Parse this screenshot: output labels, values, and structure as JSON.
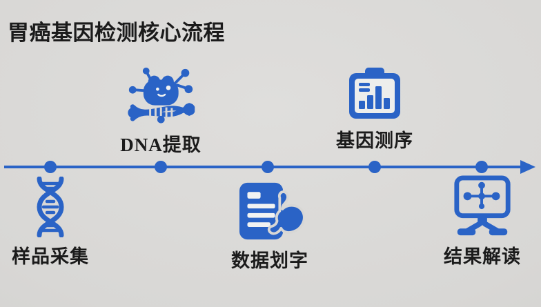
{
  "title": "胃癌基因检测核心流程",
  "colors": {
    "accent": "#2a63c6",
    "background": "#dadad8",
    "text": "#1b1b1b"
  },
  "timeline": {
    "direction": "left-to-right",
    "steps": [
      {
        "label": "样品采集",
        "icon": "dna-helix-icon",
        "position": "below-line"
      },
      {
        "label": "DNA提取",
        "icon": "virus-molecule-dna-icon",
        "position": "above-line"
      },
      {
        "label": "数据划字",
        "icon": "document-stomach-icon",
        "position": "below-line"
      },
      {
        "label": "基因测序",
        "icon": "clipboard-bar-chart-icon",
        "position": "above-line"
      },
      {
        "label": "结果解读",
        "icon": "monitor-molecule-icon",
        "position": "below-line"
      }
    ]
  }
}
